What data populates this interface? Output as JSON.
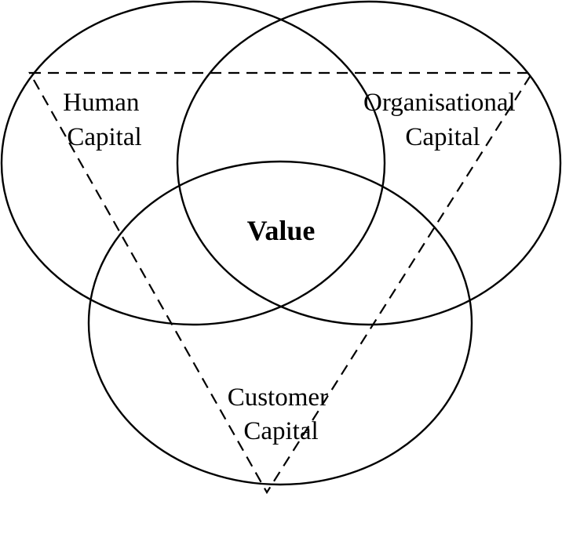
{
  "labels": {
    "human": [
      "Human",
      "Capital"
    ],
    "organisational": [
      "Organisational",
      "Capital"
    ],
    "customer": [
      "Customer",
      "Capital"
    ],
    "center": "Value"
  },
  "colors": {
    "stroke": "#000000",
    "background": "#ffffff"
  }
}
